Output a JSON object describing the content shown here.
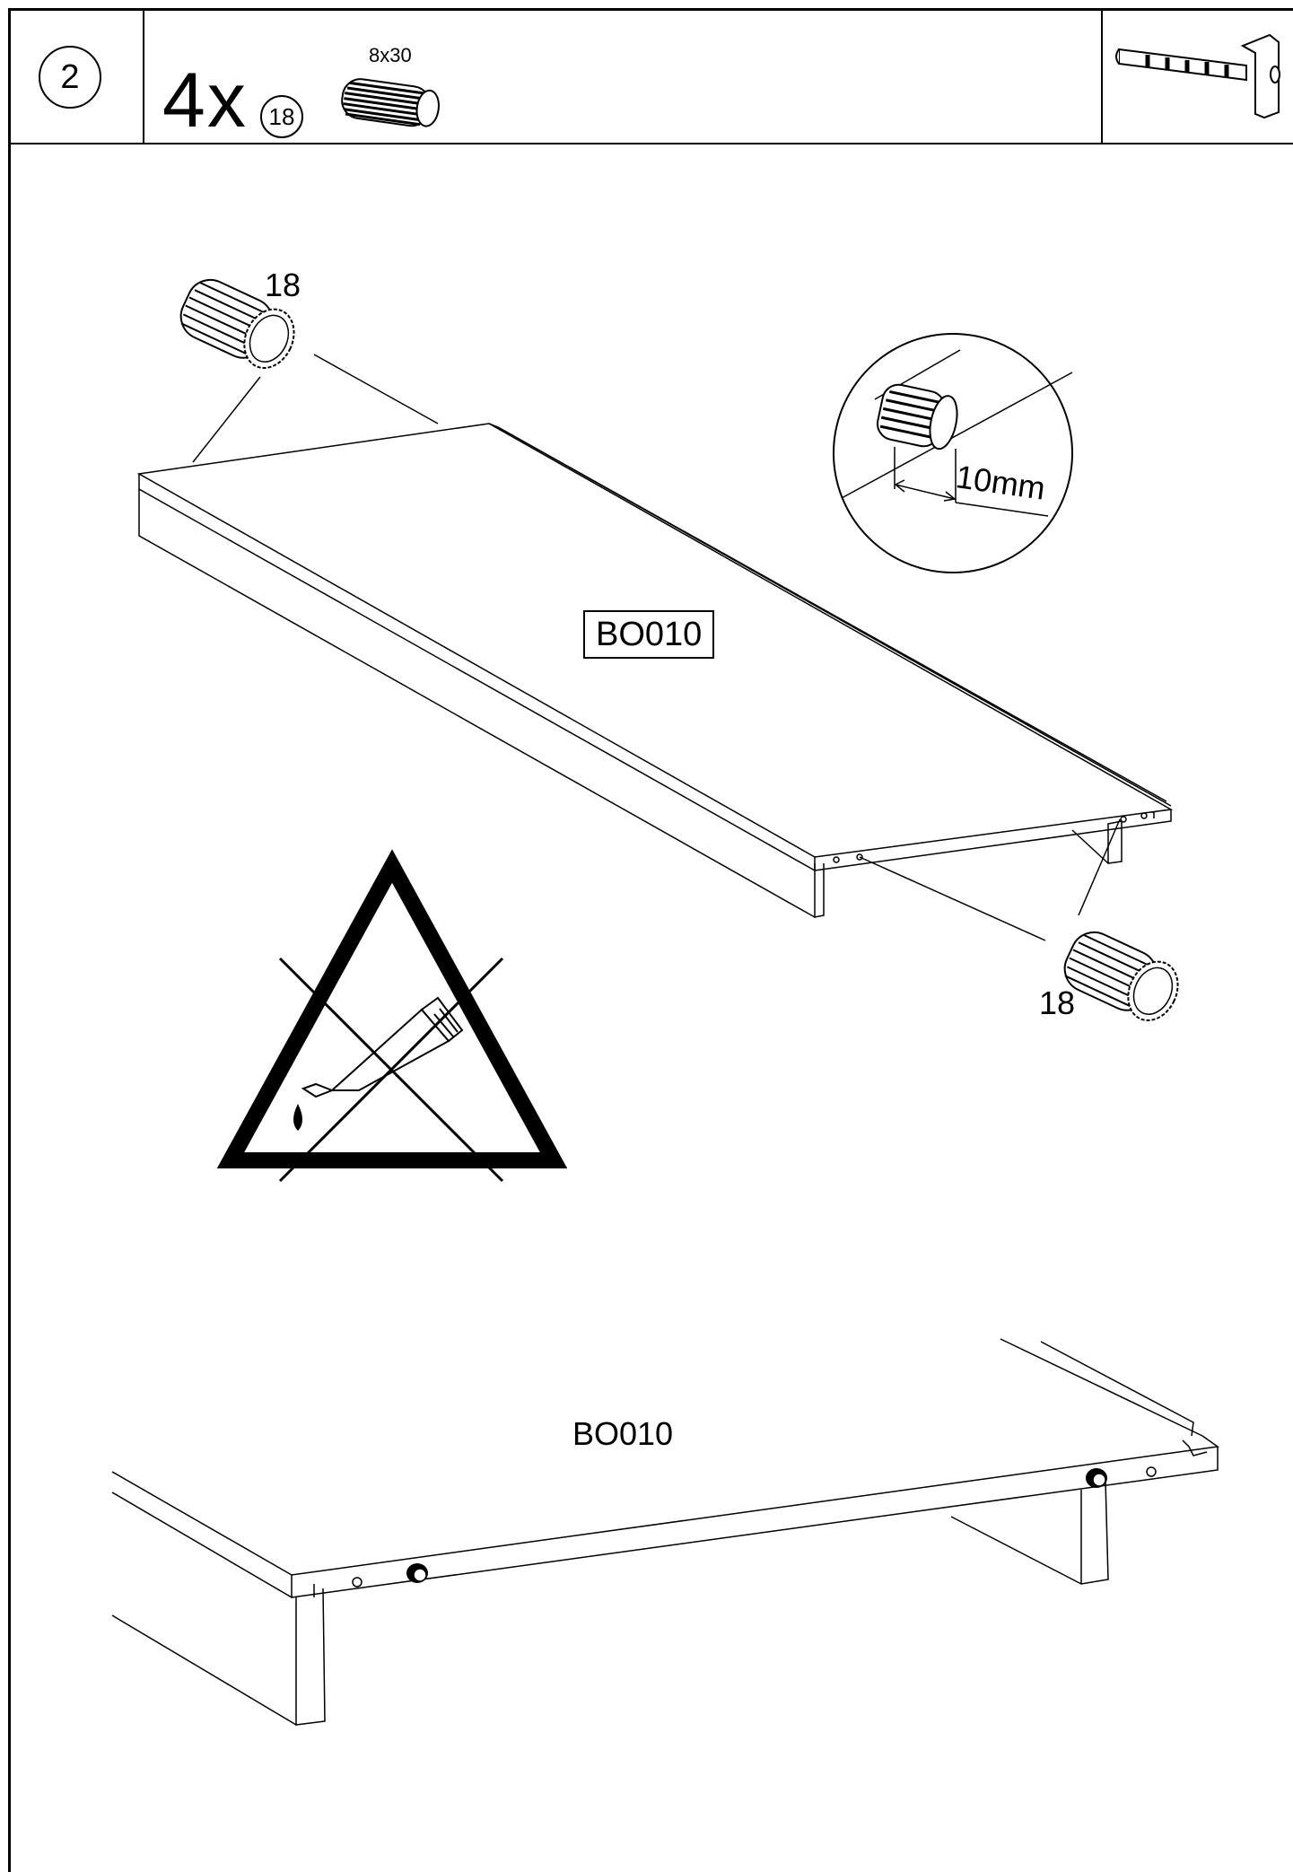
{
  "header": {
    "step_number": "2",
    "quantity": "4x",
    "part_number": "18",
    "part_dimension": "8x30",
    "part_icon": "dowel-icon",
    "tool_icon": "hammer-icon"
  },
  "diagram": {
    "dowel_label_top": "18",
    "dowel_label_bottom": "18",
    "board_label_boxed": "BO010",
    "detail_measure": "10mm",
    "warning_icon": "no-glue-icon",
    "board_label_bottom": "BO010"
  }
}
